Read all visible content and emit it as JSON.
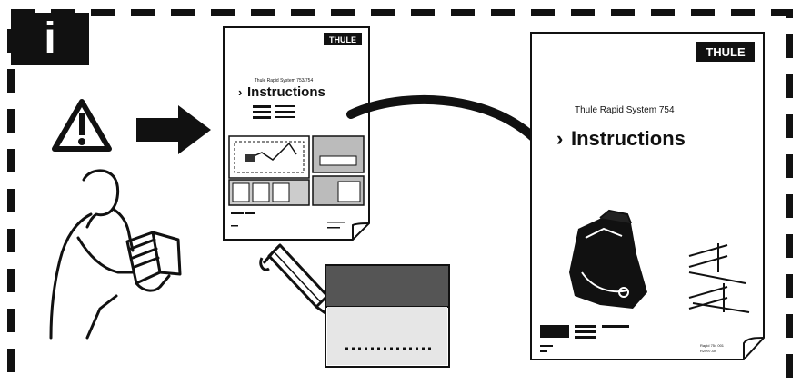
{
  "info_badge": {
    "letter": "i",
    "color": "#111111"
  },
  "icons": [
    "warning-icon",
    "arrow-right-icon",
    "person-reading-icon",
    "pencil-icon",
    "curved-arrow-icon",
    "roof-rack-foot-icon"
  ],
  "small_manual": {
    "brand": "THULE",
    "product_line": "Thule Rapid System 753/754",
    "heading": "Instructions"
  },
  "large_manual": {
    "brand": "THULE",
    "product_line": "Thule Rapid System 754",
    "heading": "Instructions",
    "footer_code": "Rapid 754 001",
    "footer_sub": "R2097-08"
  },
  "notes_card": {
    "color": "#555555"
  }
}
